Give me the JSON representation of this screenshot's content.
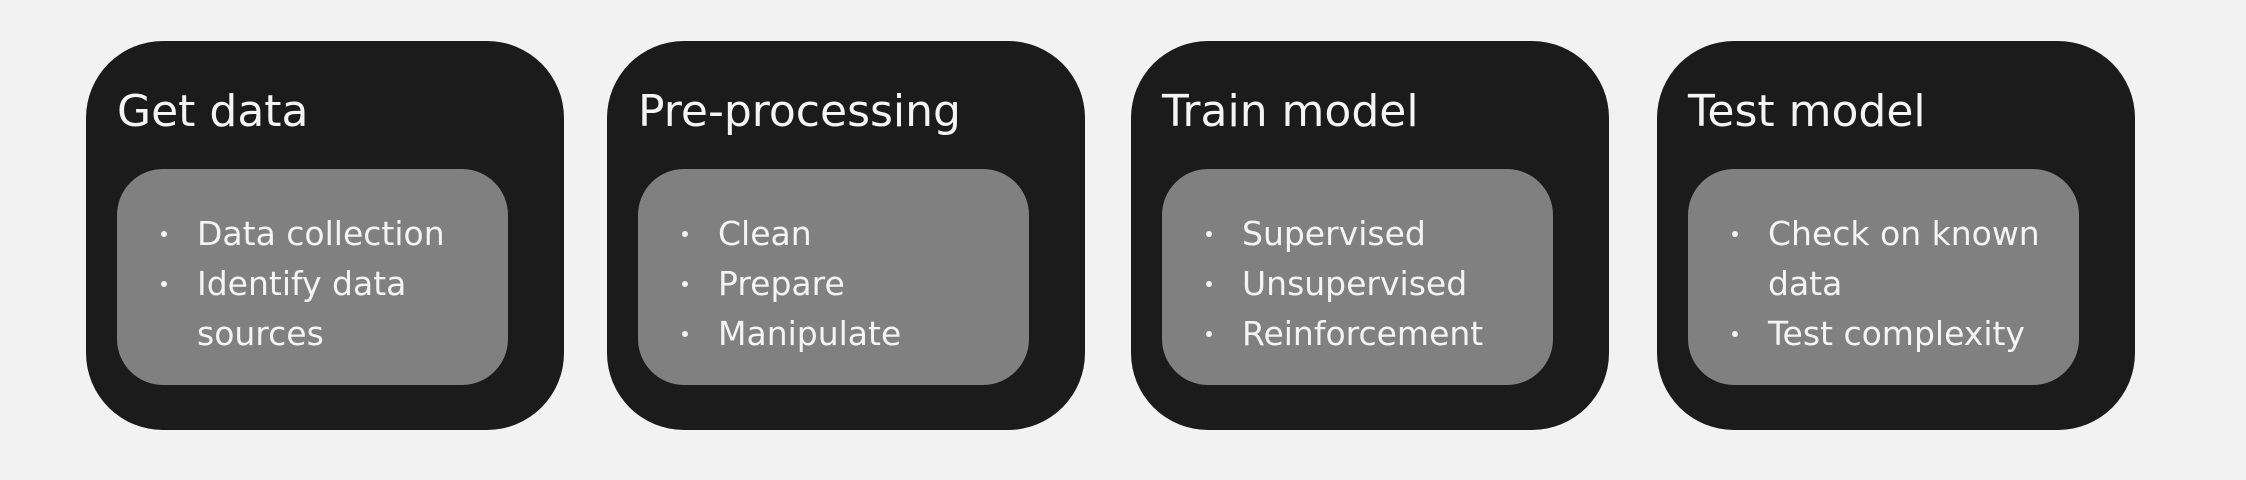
{
  "stages": [
    {
      "title": "Get data",
      "items": [
        "Data collection",
        "Identify data sources"
      ]
    },
    {
      "title": "Pre-processing",
      "items": [
        "Clean",
        "Prepare",
        "Manipulate"
      ]
    },
    {
      "title": "Train model",
      "items": [
        "Supervised",
        "Unsupervised",
        "Reinforcement"
      ]
    },
    {
      "title": "Test model",
      "items": [
        "Check on known data",
        "Test complexity"
      ]
    }
  ],
  "colors": {
    "background": "#f2f2f2",
    "card": "#1b1b1b",
    "inner_box": "#808080",
    "text": "#f4f4f4"
  }
}
